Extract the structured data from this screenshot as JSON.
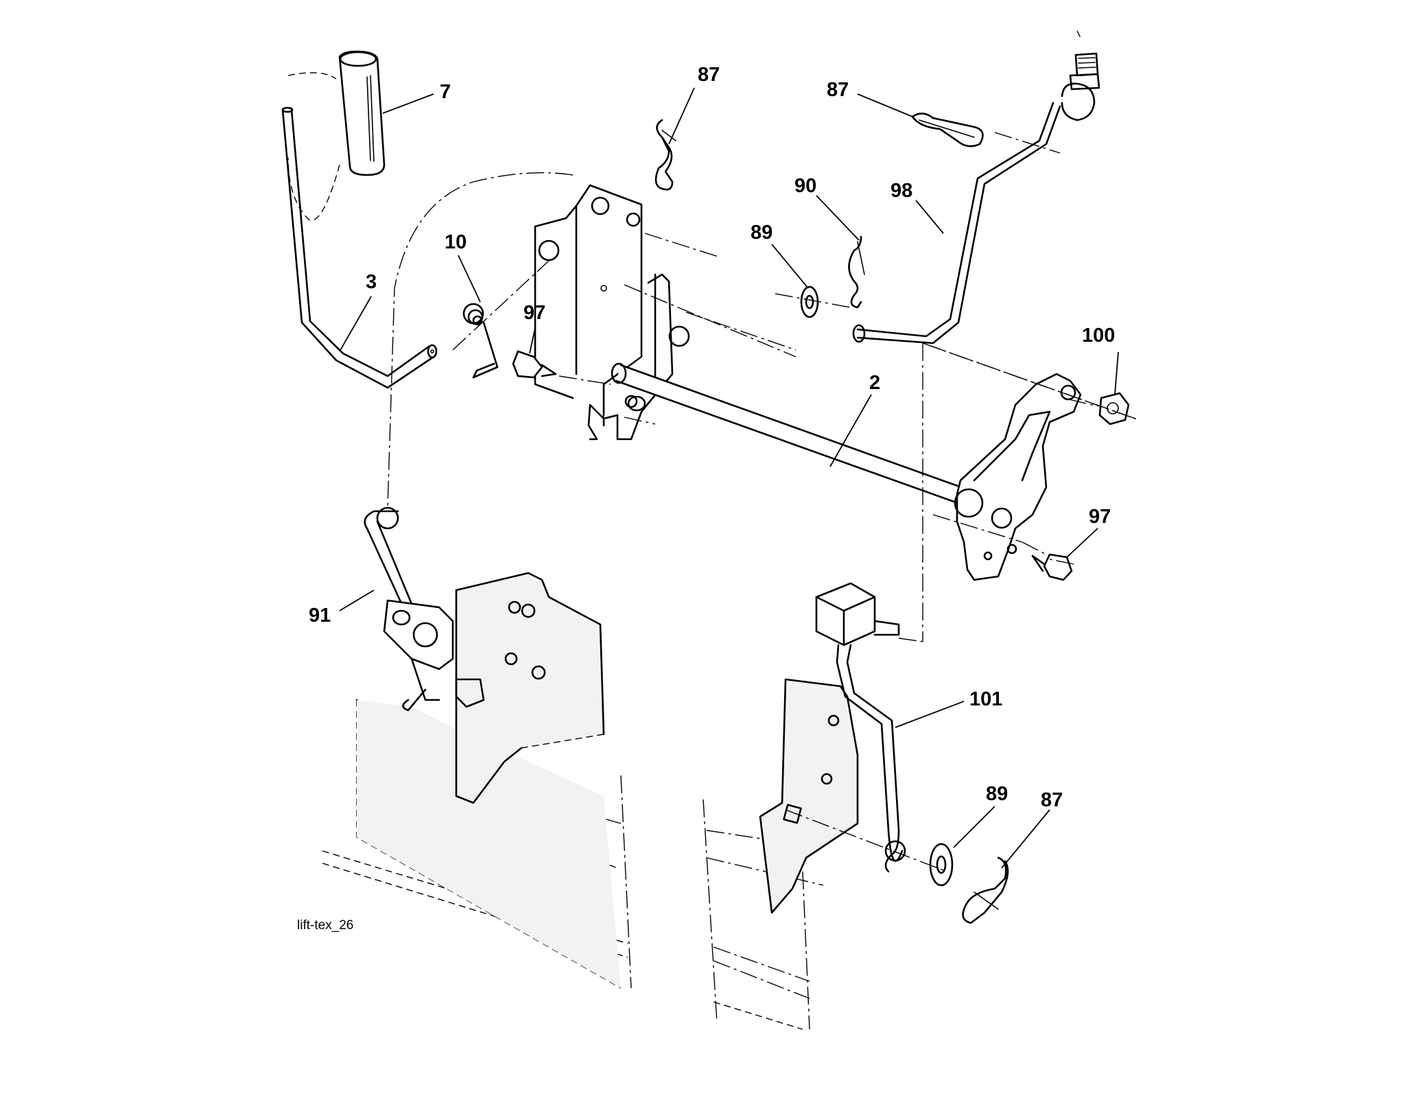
{
  "diagram_id": "lift-tex_26",
  "part_labels": [
    {
      "id": "p7",
      "text": "7"
    },
    {
      "id": "p87a",
      "text": "87"
    },
    {
      "id": "p87b",
      "text": "87"
    },
    {
      "id": "p90",
      "text": "90"
    },
    {
      "id": "p98",
      "text": "98"
    },
    {
      "id": "p89a",
      "text": "89"
    },
    {
      "id": "p10",
      "text": "10"
    },
    {
      "id": "p3",
      "text": "3"
    },
    {
      "id": "p97a",
      "text": "97"
    },
    {
      "id": "p100",
      "text": "100"
    },
    {
      "id": "p2",
      "text": "2"
    },
    {
      "id": "p97b",
      "text": "97"
    },
    {
      "id": "p91",
      "text": "91"
    },
    {
      "id": "p101",
      "text": "101"
    },
    {
      "id": "p89b",
      "text": "89"
    },
    {
      "id": "p87c",
      "text": "87"
    }
  ]
}
